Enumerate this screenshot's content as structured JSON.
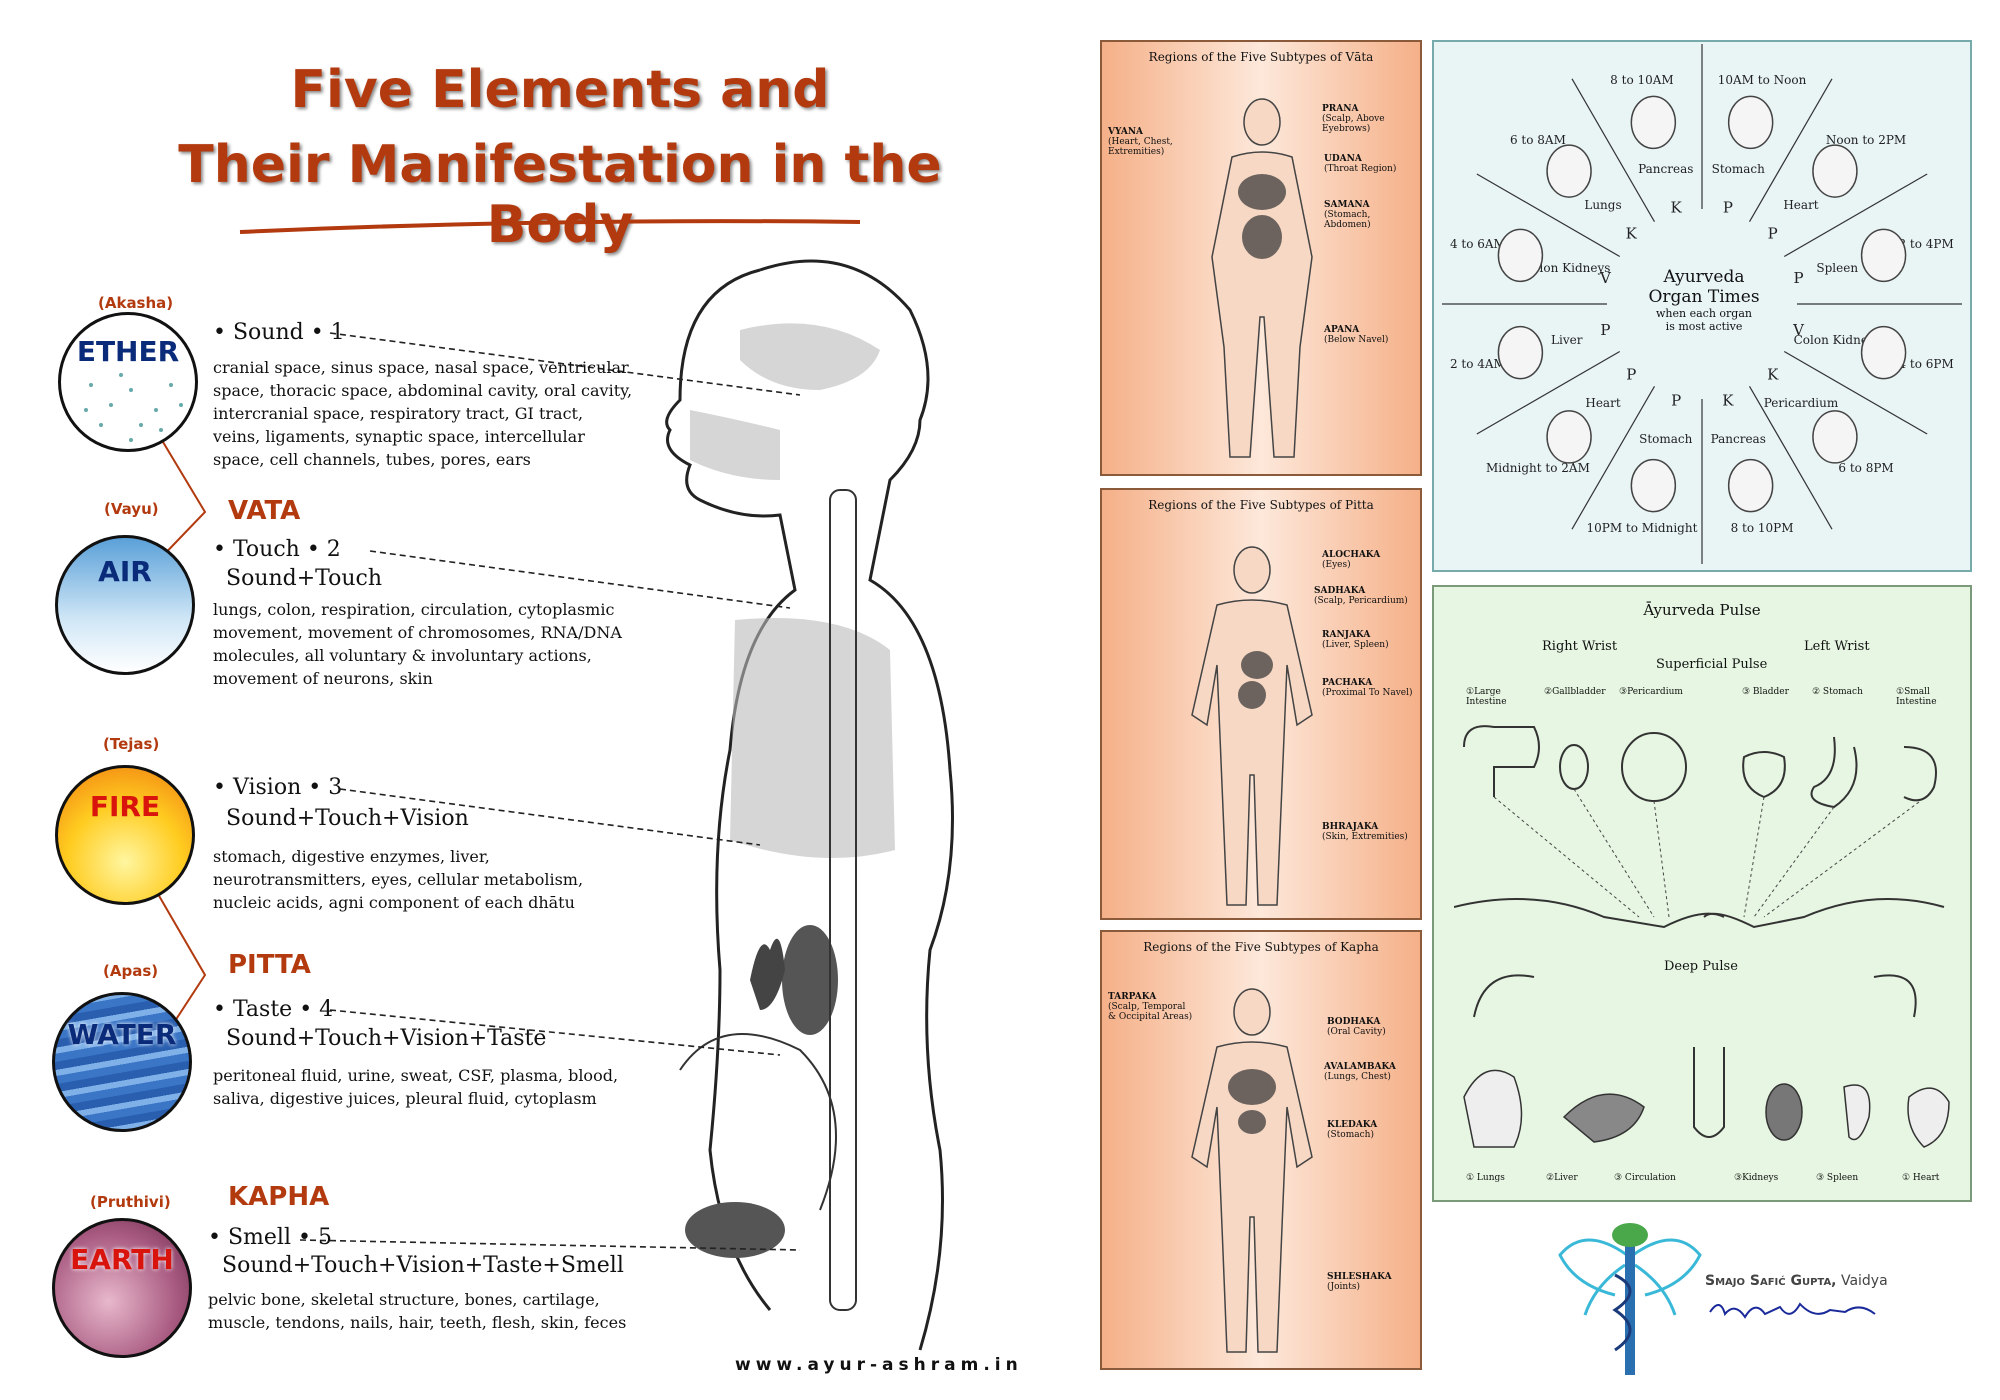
{
  "title": {
    "line1": "Five Elements and",
    "line2": "Their Manifestation in the Body"
  },
  "elements": [
    {
      "sanskrit": "(Akasha)",
      "name": "ETHER",
      "color": "#0a2a7a",
      "head": "• Sound • 1",
      "sub": "",
      "desc": "cranial space, sinus space, nasal space, ventricular space, thoracic space, abdominal cavity, oral cavity, intercranial space, respiratory tract, GI tract, veins, ligaments, synaptic space, intercellular space, cell channels, tubes, pores, ears"
    },
    {
      "sanskrit": "(Vayu)",
      "name": "AIR",
      "color": "#0a2a7a",
      "head": "• Touch • 2",
      "sub": "Sound+Touch",
      "desc": "lungs, colon, respiration, circulation, cytoplasmic movement, movement of chromosomes, RNA/DNA molecules, all voluntary & involuntary actions, movement of neurons, skin"
    },
    {
      "sanskrit": "(Tejas)",
      "name": "FIRE",
      "color": "#d8140c",
      "head": "• Vision • 3",
      "sub": "Sound+Touch+Vision",
      "desc": "stomach, digestive enzymes, liver, neurotransmitters, eyes, cellular metabolism, nucleic acids, agni component of each dhātu"
    },
    {
      "sanskrit": "(Apas)",
      "name": "WATER",
      "color": "#0a2a7a",
      "head": "• Taste • 4",
      "sub": "Sound+Touch+Vision+Taste",
      "desc": "peritoneal fluid, urine, sweat, CSF, plasma, blood, saliva, digestive juices, pleural fluid, cytoplasm"
    },
    {
      "sanskrit": "(Pruthivi)",
      "name": "EARTH",
      "color": "#d8140c",
      "head": "• Smell • 5",
      "sub": "Sound+Touch+Vision+Taste+Smell",
      "desc": "pelvic bone, skeletal structure, bones, cartilage, muscle, tendons, nails, hair, teeth, flesh, skin, feces"
    }
  ],
  "doshas": [
    "VATA",
    "PITTA",
    "KAPHA"
  ],
  "website": "www.ayur-ashram.in",
  "vata_panel": {
    "title": "Regions of the Five Subtypes of Vāta",
    "labels": [
      "PRANA",
      "(Scalp, Above Eyebrows)",
      "VYANA",
      "(Heart, Chest, Extremities)",
      "UDANA",
      "(Throat Region)",
      "SAMANA",
      "(Stomach, Abdomen)",
      "APANA",
      "(Below Navel)"
    ]
  },
  "pitta_panel": {
    "title": "Regions of the Five Subtypes of Pitta",
    "labels": [
      "ALOCHAKA",
      "(Eyes)",
      "SADHAKA",
      "(Scalp, Pericardium)",
      "RANJAKA",
      "(Liver, Spleen)",
      "PACHAKA",
      "(Proximal To Navel)",
      "BHRAJAKA",
      "(Skin, Extremities)"
    ]
  },
  "kapha_panel": {
    "title": "Regions of the Five Subtypes of Kapha",
    "labels": [
      "TARPAKA",
      "(Scalp, Temporal & Occipital Areas)",
      "BODHAKA",
      "(Oral Cavity)",
      "AVALAMBAKA",
      "(Lungs, Chest)",
      "KLEDAKA",
      "(Stomach)",
      "SHLESHAKA",
      "(Joints)"
    ]
  },
  "organ_clock": {
    "center": [
      "Ayurveda",
      "Organ Times",
      "when each organ",
      "is most active"
    ],
    "times": [
      "10AM to Noon",
      "Noon to 2PM",
      "2 to 4PM",
      "4 to 6PM",
      "6 to 8PM",
      "8 to 10PM",
      "10PM to Midnight",
      "Midnight to 2AM",
      "2 to 4AM",
      "4 to 6AM",
      "6 to 8AM",
      "8 to 10AM"
    ],
    "organs": [
      "Stomach",
      "Heart",
      "Spleen",
      "Colon Kidneys",
      "Pericardium",
      "Pancreas",
      "Stomach",
      "Heart",
      "Liver",
      "Colon Kidneys",
      "Lungs",
      "Pancreas"
    ],
    "letters": [
      "P",
      "P",
      "P",
      "V",
      "K",
      "K",
      "P",
      "P",
      "P",
      "V",
      "K",
      "K"
    ]
  },
  "pulse": {
    "title": "Āyurveda Pulse",
    "right": "Right Wrist",
    "left": "Left Wrist",
    "superficial": "Superficial Pulse",
    "deep": "Deep Pulse",
    "top_labels": [
      "①Large Intestine",
      "②Gallbladder",
      "③Pericardium",
      "③ Bladder",
      "② Stomach",
      "①Small Intestine"
    ],
    "bottom_labels": [
      "① Lungs",
      "②Liver",
      "③ Circulation",
      "③Kidneys",
      "③ Spleen",
      "① Heart"
    ]
  },
  "author": {
    "name": "Smajo Safić Gupta,",
    "role": "Vaidya"
  },
  "colors": {
    "title": "#b23a0e",
    "accent": "#b23a0e",
    "clock_bg": "#e9f4f5",
    "pulse_bg": "#e6f6e2"
  }
}
